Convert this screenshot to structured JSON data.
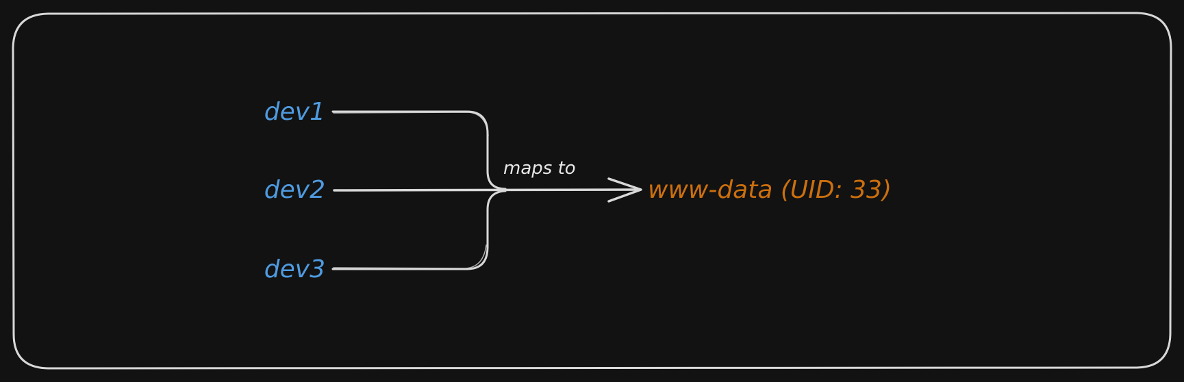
{
  "diagram": {
    "sources": [
      {
        "id": "dev1",
        "label": "dev1"
      },
      {
        "id": "dev2",
        "label": "dev2"
      },
      {
        "id": "dev3",
        "label": "dev3"
      }
    ],
    "edge_label": "maps to",
    "target": {
      "label": "www-data (UID: 33)"
    }
  },
  "colors": {
    "background": "#121212",
    "frame": "#d8d8d8",
    "line": "#d8d8d8",
    "source_text": "#4f9be0",
    "target_text": "#cc6f0e",
    "edge_label_text": "#e8e8e8"
  }
}
